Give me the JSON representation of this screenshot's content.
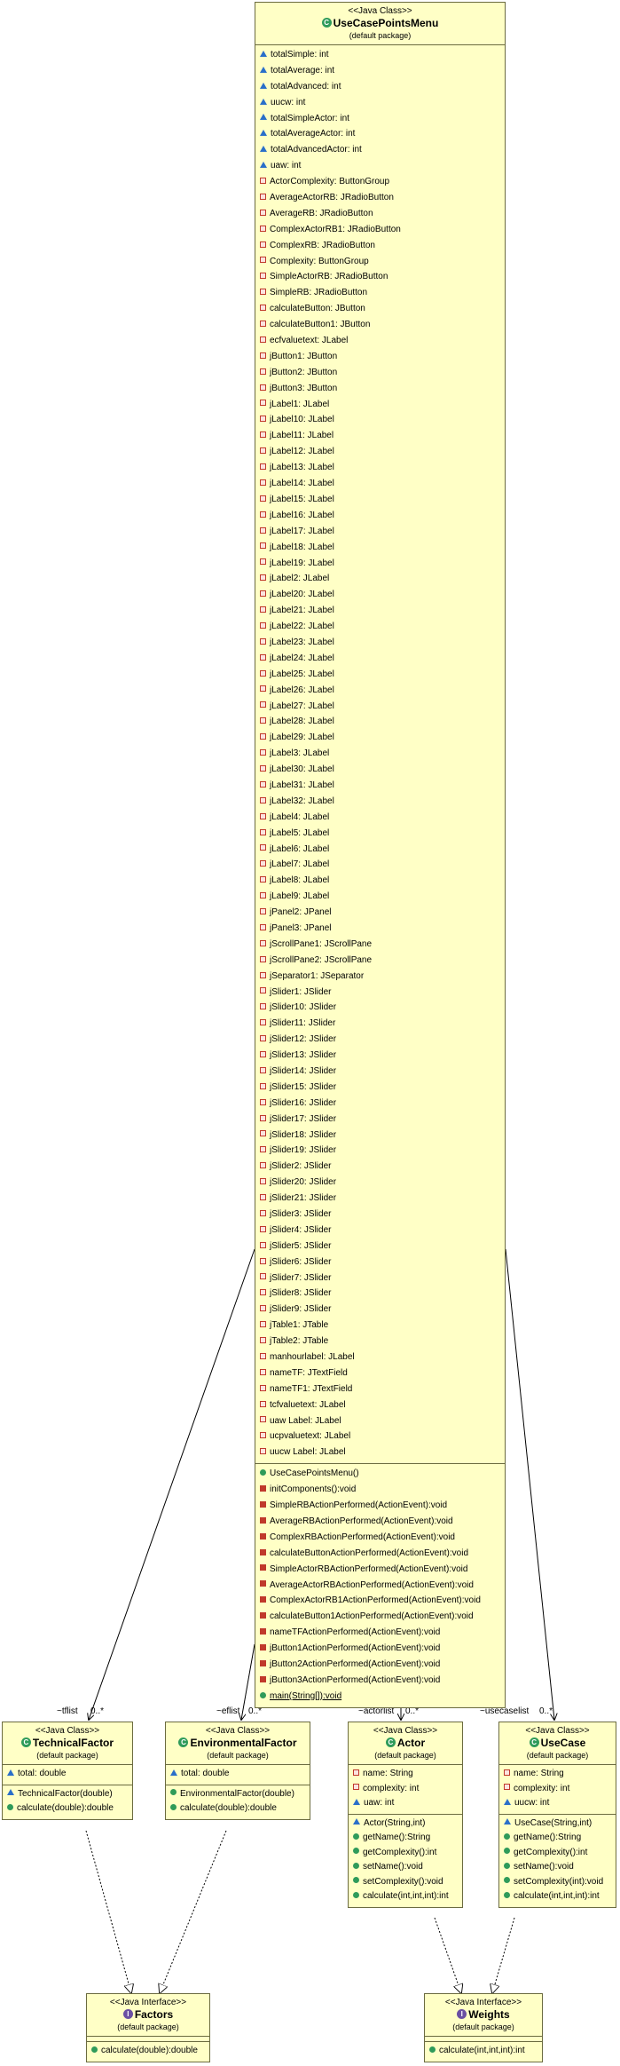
{
  "classes": {
    "use_case_points_menu": {
      "stereotype": "<<Java Class>>",
      "name": "UseCasePointsMenu",
      "package": "(default package)",
      "fields": [
        {
          "text": "totalSimple: int",
          "vis": "pkg"
        },
        {
          "text": "totalAverage: int",
          "vis": "pkg"
        },
        {
          "text": "totalAdvanced: int",
          "vis": "pkg"
        },
        {
          "text": "uucw: int",
          "vis": "pkg"
        },
        {
          "text": "totalSimpleActor: int",
          "vis": "pkg"
        },
        {
          "text": "totalAverageActor: int",
          "vis": "pkg"
        },
        {
          "text": "totalAdvancedActor: int",
          "vis": "pkg"
        },
        {
          "text": "uaw: int",
          "vis": "pkg"
        },
        {
          "text": "ActorComplexity: ButtonGroup",
          "vis": "priv"
        },
        {
          "text": "AverageActorRB: JRadioButton",
          "vis": "priv"
        },
        {
          "text": "AverageRB: JRadioButton",
          "vis": "priv"
        },
        {
          "text": "ComplexActorRB1: JRadioButton",
          "vis": "priv"
        },
        {
          "text": "ComplexRB: JRadioButton",
          "vis": "priv"
        },
        {
          "text": "Complexity: ButtonGroup",
          "vis": "priv"
        },
        {
          "text": "SimpleActorRB: JRadioButton",
          "vis": "priv"
        },
        {
          "text": "SimpleRB: JRadioButton",
          "vis": "priv"
        },
        {
          "text": "calculateButton: JButton",
          "vis": "priv"
        },
        {
          "text": "calculateButton1: JButton",
          "vis": "priv"
        },
        {
          "text": "ecfvaluetext: JLabel",
          "vis": "priv"
        },
        {
          "text": "jButton1: JButton",
          "vis": "priv"
        },
        {
          "text": "jButton2: JButton",
          "vis": "priv"
        },
        {
          "text": "jButton3: JButton",
          "vis": "priv"
        },
        {
          "text": "jLabel1: JLabel",
          "vis": "priv"
        },
        {
          "text": "jLabel10: JLabel",
          "vis": "priv"
        },
        {
          "text": "jLabel11: JLabel",
          "vis": "priv"
        },
        {
          "text": "jLabel12: JLabel",
          "vis": "priv"
        },
        {
          "text": "jLabel13: JLabel",
          "vis": "priv"
        },
        {
          "text": "jLabel14: JLabel",
          "vis": "priv"
        },
        {
          "text": "jLabel15: JLabel",
          "vis": "priv"
        },
        {
          "text": "jLabel16: JLabel",
          "vis": "priv"
        },
        {
          "text": "jLabel17: JLabel",
          "vis": "priv"
        },
        {
          "text": "jLabel18: JLabel",
          "vis": "priv"
        },
        {
          "text": "jLabel19: JLabel",
          "vis": "priv"
        },
        {
          "text": "jLabel2: JLabel",
          "vis": "priv"
        },
        {
          "text": "jLabel20: JLabel",
          "vis": "priv"
        },
        {
          "text": "jLabel21: JLabel",
          "vis": "priv"
        },
        {
          "text": "jLabel22: JLabel",
          "vis": "priv"
        },
        {
          "text": "jLabel23: JLabel",
          "vis": "priv"
        },
        {
          "text": "jLabel24: JLabel",
          "vis": "priv"
        },
        {
          "text": "jLabel25: JLabel",
          "vis": "priv"
        },
        {
          "text": "jLabel26: JLabel",
          "vis": "priv"
        },
        {
          "text": "jLabel27: JLabel",
          "vis": "priv"
        },
        {
          "text": "jLabel28: JLabel",
          "vis": "priv"
        },
        {
          "text": "jLabel29: JLabel",
          "vis": "priv"
        },
        {
          "text": "jLabel3: JLabel",
          "vis": "priv"
        },
        {
          "text": "jLabel30: JLabel",
          "vis": "priv"
        },
        {
          "text": "jLabel31: JLabel",
          "vis": "priv"
        },
        {
          "text": "jLabel32: JLabel",
          "vis": "priv"
        },
        {
          "text": "jLabel4: JLabel",
          "vis": "priv"
        },
        {
          "text": "jLabel5: JLabel",
          "vis": "priv"
        },
        {
          "text": "jLabel6: JLabel",
          "vis": "priv"
        },
        {
          "text": "jLabel7: JLabel",
          "vis": "priv"
        },
        {
          "text": "jLabel8: JLabel",
          "vis": "priv"
        },
        {
          "text": "jLabel9: JLabel",
          "vis": "priv"
        },
        {
          "text": "jPanel2: JPanel",
          "vis": "priv"
        },
        {
          "text": "jPanel3: JPanel",
          "vis": "priv"
        },
        {
          "text": "jScrollPane1: JScrollPane",
          "vis": "priv"
        },
        {
          "text": "jScrollPane2: JScrollPane",
          "vis": "priv"
        },
        {
          "text": "jSeparator1: JSeparator",
          "vis": "priv"
        },
        {
          "text": "jSlider1: JSlider",
          "vis": "priv"
        },
        {
          "text": "jSlider10: JSlider",
          "vis": "priv"
        },
        {
          "text": "jSlider11: JSlider",
          "vis": "priv"
        },
        {
          "text": "jSlider12: JSlider",
          "vis": "priv"
        },
        {
          "text": "jSlider13: JSlider",
          "vis": "priv"
        },
        {
          "text": "jSlider14: JSlider",
          "vis": "priv"
        },
        {
          "text": "jSlider15: JSlider",
          "vis": "priv"
        },
        {
          "text": "jSlider16: JSlider",
          "vis": "priv"
        },
        {
          "text": "jSlider17: JSlider",
          "vis": "priv"
        },
        {
          "text": "jSlider18: JSlider",
          "vis": "priv"
        },
        {
          "text": "jSlider19: JSlider",
          "vis": "priv"
        },
        {
          "text": "jSlider2: JSlider",
          "vis": "priv"
        },
        {
          "text": "jSlider20: JSlider",
          "vis": "priv"
        },
        {
          "text": "jSlider21: JSlider",
          "vis": "priv"
        },
        {
          "text": "jSlider3: JSlider",
          "vis": "priv"
        },
        {
          "text": "jSlider4: JSlider",
          "vis": "priv"
        },
        {
          "text": "jSlider5: JSlider",
          "vis": "priv"
        },
        {
          "text": "jSlider6: JSlider",
          "vis": "priv"
        },
        {
          "text": "jSlider7: JSlider",
          "vis": "priv"
        },
        {
          "text": "jSlider8: JSlider",
          "vis": "priv"
        },
        {
          "text": "jSlider9: JSlider",
          "vis": "priv"
        },
        {
          "text": "jTable1: JTable",
          "vis": "priv"
        },
        {
          "text": "jTable2: JTable",
          "vis": "priv"
        },
        {
          "text": "manhourlabel: JLabel",
          "vis": "priv"
        },
        {
          "text": "nameTF: JTextField",
          "vis": "priv"
        },
        {
          "text": "nameTF1: JTextField",
          "vis": "priv"
        },
        {
          "text": "tcfvaluetext: JLabel",
          "vis": "priv"
        },
        {
          "text": "uaw Label: JLabel",
          "vis": "priv"
        },
        {
          "text": "ucpvaluetext: JLabel",
          "vis": "priv"
        },
        {
          "text": "uucw Label: JLabel",
          "vis": "priv"
        }
      ],
      "methods": [
        {
          "text": "UseCasePointsMenu()",
          "vis": "pubctor"
        },
        {
          "text": "initComponents():void",
          "vis": "priv"
        },
        {
          "text": "SimpleRBActionPerformed(ActionEvent):void",
          "vis": "priv"
        },
        {
          "text": "AverageRBActionPerformed(ActionEvent):void",
          "vis": "priv"
        },
        {
          "text": "ComplexRBActionPerformed(ActionEvent):void",
          "vis": "priv"
        },
        {
          "text": "calculateButtonActionPerformed(ActionEvent):void",
          "vis": "priv"
        },
        {
          "text": "SimpleActorRBActionPerformed(ActionEvent):void",
          "vis": "priv"
        },
        {
          "text": "AverageActorRBActionPerformed(ActionEvent):void",
          "vis": "priv"
        },
        {
          "text": "ComplexActorRB1ActionPerformed(ActionEvent):void",
          "vis": "priv"
        },
        {
          "text": "calculateButton1ActionPerformed(ActionEvent):void",
          "vis": "priv"
        },
        {
          "text": "nameTFActionPerformed(ActionEvent):void",
          "vis": "priv"
        },
        {
          "text": "jButton1ActionPerformed(ActionEvent):void",
          "vis": "priv"
        },
        {
          "text": "jButton2ActionPerformed(ActionEvent):void",
          "vis": "priv"
        },
        {
          "text": "jButton3ActionPerformed(ActionEvent):void",
          "vis": "priv"
        },
        {
          "text": "main(String[]):void",
          "vis": "pub",
          "static": true
        }
      ]
    },
    "technical_factor": {
      "stereotype": "<<Java Class>>",
      "name": "TechnicalFactor",
      "package": "(default package)",
      "fields": [
        {
          "text": "total: double",
          "vis": "pkg"
        }
      ],
      "methods": [
        {
          "text": "TechnicalFactor(double)",
          "vis": "ctor"
        },
        {
          "text": "calculate(double):double",
          "vis": "pub"
        }
      ]
    },
    "environmental_factor": {
      "stereotype": "<<Java Class>>",
      "name": "EnvironmentalFactor",
      "package": "(default package)",
      "fields": [
        {
          "text": "total: double",
          "vis": "pkg"
        }
      ],
      "methods": [
        {
          "text": "EnvironmentalFactor(double)",
          "vis": "pubctor"
        },
        {
          "text": "calculate(double):double",
          "vis": "pub"
        }
      ]
    },
    "actor": {
      "stereotype": "<<Java Class>>",
      "name": "Actor",
      "package": "(default package)",
      "fields": [
        {
          "text": "name: String",
          "vis": "priv"
        },
        {
          "text": "complexity: int",
          "vis": "priv"
        },
        {
          "text": "uaw: int",
          "vis": "pkg"
        }
      ],
      "methods": [
        {
          "text": "Actor(String,int)",
          "vis": "ctor"
        },
        {
          "text": "getName():String",
          "vis": "pub"
        },
        {
          "text": "getComplexity():int",
          "vis": "pub"
        },
        {
          "text": "setName():void",
          "vis": "pub"
        },
        {
          "text": "setComplexity():void",
          "vis": "pub"
        },
        {
          "text": "calculate(int,int,int):int",
          "vis": "pub"
        }
      ]
    },
    "use_case": {
      "stereotype": "<<Java Class>>",
      "name": "UseCase",
      "package": "(default package)",
      "fields": [
        {
          "text": "name: String",
          "vis": "priv"
        },
        {
          "text": "complexity: int",
          "vis": "priv"
        },
        {
          "text": "uucw: int",
          "vis": "pkg"
        }
      ],
      "methods": [
        {
          "text": "UseCase(String,int)",
          "vis": "ctor"
        },
        {
          "text": "getName():String",
          "vis": "pub"
        },
        {
          "text": "getComplexity():int",
          "vis": "pub"
        },
        {
          "text": "setName():void",
          "vis": "pub"
        },
        {
          "text": "setComplexity(int):void",
          "vis": "pub"
        },
        {
          "text": "calculate(int,int,int):int",
          "vis": "pub"
        }
      ]
    },
    "factors": {
      "stereotype": "<<Java Interface>>",
      "name": "Factors",
      "package": "(default package)",
      "fields": [],
      "methods": [
        {
          "text": "calculate(double):double",
          "vis": "pub"
        }
      ]
    },
    "weights": {
      "stereotype": "<<Java Interface>>",
      "name": "Weights",
      "package": "(default package)",
      "fields": [],
      "methods": [
        {
          "text": "calculate(int,int,int):int",
          "vis": "pub"
        }
      ]
    }
  },
  "associations": [
    {
      "role": "~tflist",
      "multiplicity": "0..*"
    },
    {
      "role": "~eflist",
      "multiplicity": "0..*"
    },
    {
      "role": "~actorlist",
      "multiplicity": "0..*"
    },
    {
      "role": "~usecaselist",
      "multiplicity": "0..*"
    }
  ],
  "class_icon_glyph": "C",
  "interface_icon_glyph": "I",
  "colors": {
    "class_fill": "#ffffc6",
    "border": "#6b6b40",
    "class_icon": "#2f9b5a",
    "interface_icon": "#6a4fa3",
    "private": "#c0392b",
    "package": "#2a6fc9"
  }
}
